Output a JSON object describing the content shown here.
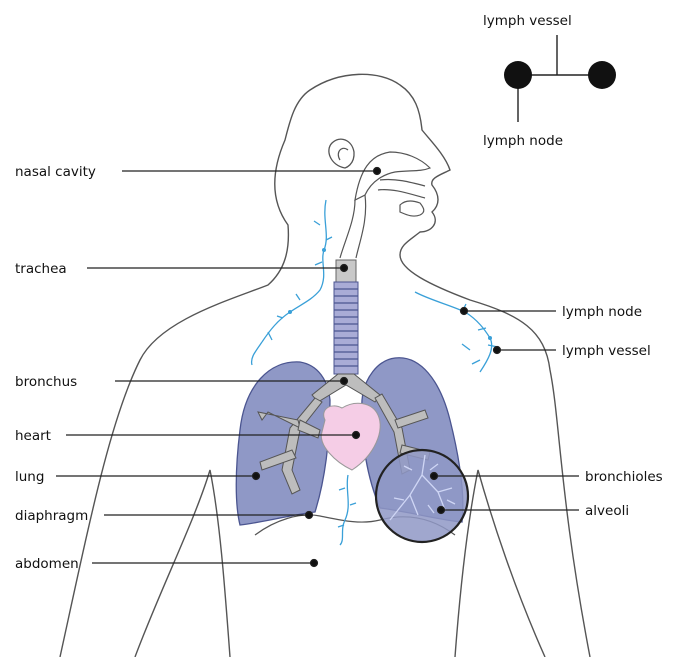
{
  "legend": {
    "vessel_label": "lymph vessel",
    "node_label": "lymph node"
  },
  "labels": {
    "nasal_cavity": "nasal cavity",
    "trachea": "trachea",
    "bronchus": "bronchus",
    "heart": "heart",
    "lung": "lung",
    "diaphragm": "diaphragm",
    "abdomen": "abdomen",
    "lymph_node": "lymph node",
    "lymph_vessel": "lymph vessel",
    "bronchioles": "bronchioles",
    "alveoli": "alveoli"
  },
  "colors": {
    "lung_fill": "#8f98c6",
    "lung_stroke": "#4b5590",
    "airway_fill": "#bdbdbd",
    "trachea_fill": "#a9acd6",
    "heart_fill": "#f5cde6",
    "lymph": "#3aa0d8",
    "outline": "#555555"
  }
}
